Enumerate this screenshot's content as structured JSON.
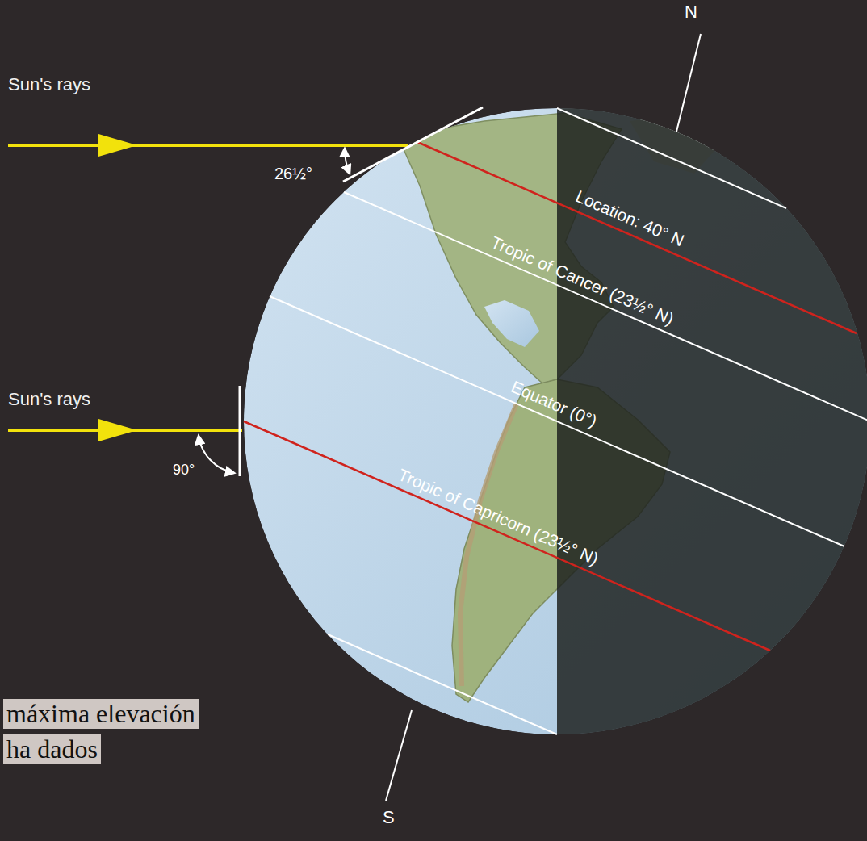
{
  "diagram": {
    "labels": [
      "N",
      "Sun's rays",
      "26½°",
      "Location: 40° N",
      "Tropic of Cancer (23½° N)",
      "Sun's rays",
      "Equator (0°)",
      "90°",
      "Tropic of Capricorn (23½° N)",
      "máxima elevación",
      "ha dados",
      "S"
    ]
  }
}
